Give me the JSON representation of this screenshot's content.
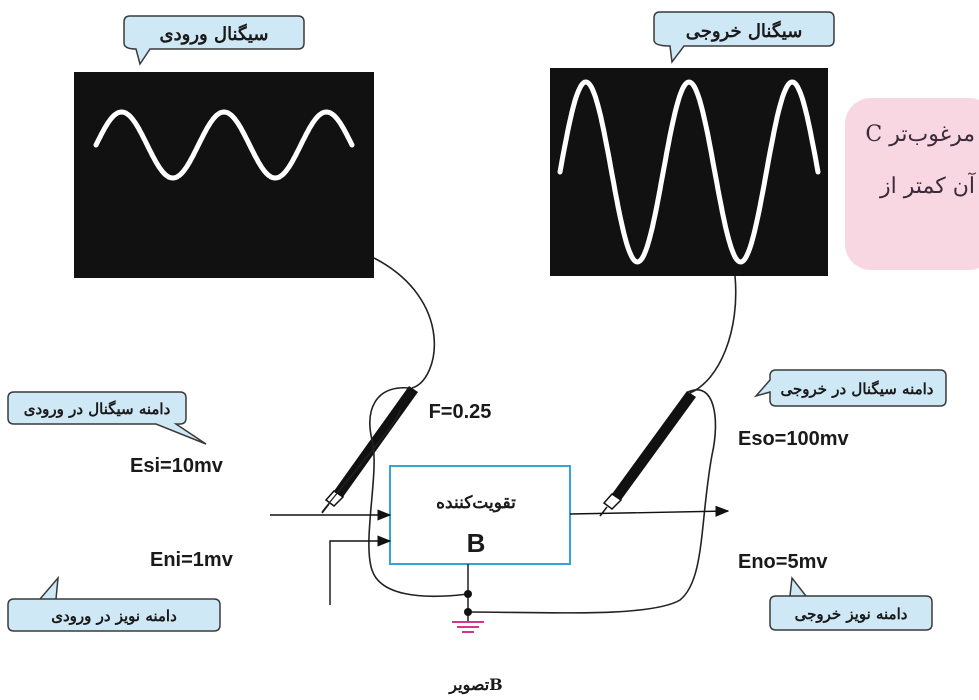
{
  "bubbles": {
    "input_signal": "سیگنال ورودی",
    "output_signal": "سیگنال خروجی",
    "input_signal_amplitude": "دامنه سیگنال در ورودی",
    "input_noise_amplitude": "دامنه نویز در ورودی",
    "output_signal_amplitude": "دامنه سیگنال در خروجی",
    "output_noise_amplitude": "دامنه نویز خروجی"
  },
  "labels": {
    "noise_figure": "F=0.25",
    "esi": "Esi=10mv",
    "eni": "Eni=1mv",
    "eso": "Eso=100mv",
    "eno": "Eno=5mv",
    "amplifier_title": "تقویت‌کننده",
    "amplifier_id": "B",
    "caption": "تصویرB"
  },
  "side_note": {
    "line1": "C مرغوب‌تر",
    "line2": "آن کمتر از"
  },
  "colors": {
    "scope_screen": "#111111",
    "waveform": "#ffffff",
    "bubble_fill": "#cfe8f6",
    "bubble_stroke": "#3a3a3a",
    "amplifier_box": "#33a6d6",
    "side_note_bg": "#f8d7e3",
    "ground": "#d6368a"
  }
}
